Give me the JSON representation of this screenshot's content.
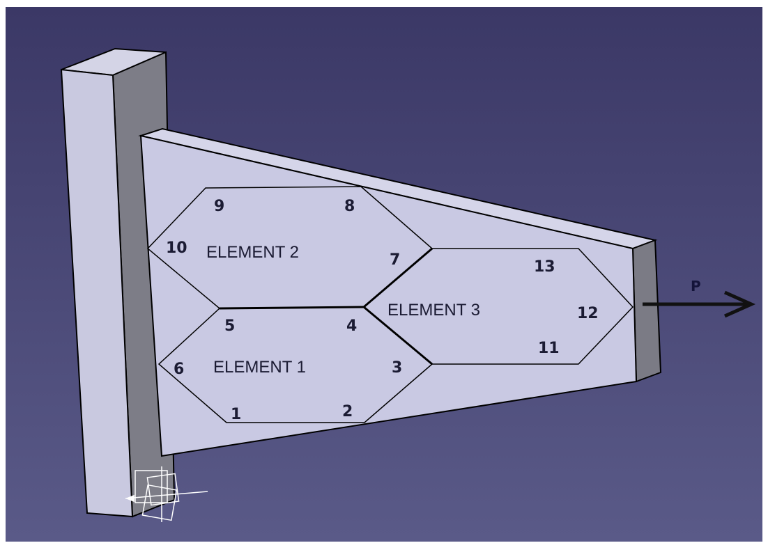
{
  "colors": {
    "background_top": "#3b3866",
    "background_bottom": "#5a5a88",
    "plate_face": "#c9c9e3",
    "plate_top": "#d6d6ea",
    "plate_side": "#7b7b85",
    "outline": "#000000"
  },
  "elements": [
    {
      "id": "element-1",
      "label": "ELEMENT 1",
      "nodes": [
        "1",
        "2",
        "3",
        "4",
        "5",
        "6"
      ]
    },
    {
      "id": "element-2",
      "label": "ELEMENT 2",
      "nodes": [
        "7",
        "8",
        "9",
        "10",
        "5",
        "4"
      ]
    },
    {
      "id": "element-3",
      "label": "ELEMENT 3",
      "nodes": [
        "3",
        "4",
        "7",
        "13",
        "12",
        "11"
      ]
    }
  ],
  "nodes": [
    "1",
    "2",
    "3",
    "4",
    "5",
    "6",
    "7",
    "8",
    "9",
    "10",
    "11",
    "12",
    "13"
  ],
  "load": {
    "label": "P",
    "icon": "arrow-right-icon"
  },
  "support_icon": "axis-triad-icon"
}
